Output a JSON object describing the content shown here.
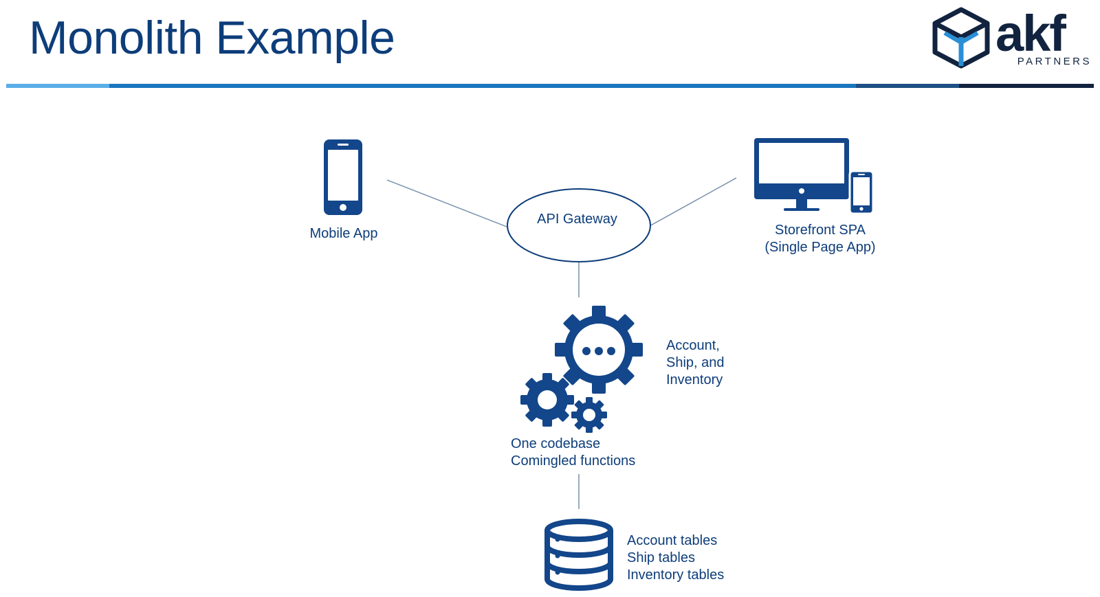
{
  "slide": {
    "title": "Monolith Example"
  },
  "logo": {
    "wordmark": "akf",
    "subtitle": "PARTNERS",
    "icon": "cube-icon"
  },
  "colors": {
    "primary": "#0d3d7a",
    "icon_blue": "#13468a",
    "accent_light": "#5aaee8",
    "accent_mid": "#1a76bf",
    "accent_dark": "#0f2a4a",
    "line": "#6f8aa8"
  },
  "diagram": {
    "mobile_app": {
      "label": "Mobile App",
      "icon": "smartphone-icon"
    },
    "storefront": {
      "label_line1": "Storefront SPA",
      "label_line2": "(Single Page App)",
      "icon": "desktop-and-phone-icon"
    },
    "api_gateway": {
      "label": "API Gateway"
    },
    "functions": {
      "icon": "gears-icon",
      "side_line1": "Account,",
      "side_line2": "Ship, and",
      "side_line3": "Inventory",
      "caption_line1": "One codebase",
      "caption_line2": "Comingled functions"
    },
    "database": {
      "icon": "database-icon",
      "tables": [
        "Account tables",
        "Ship tables",
        "Inventory tables"
      ]
    }
  }
}
